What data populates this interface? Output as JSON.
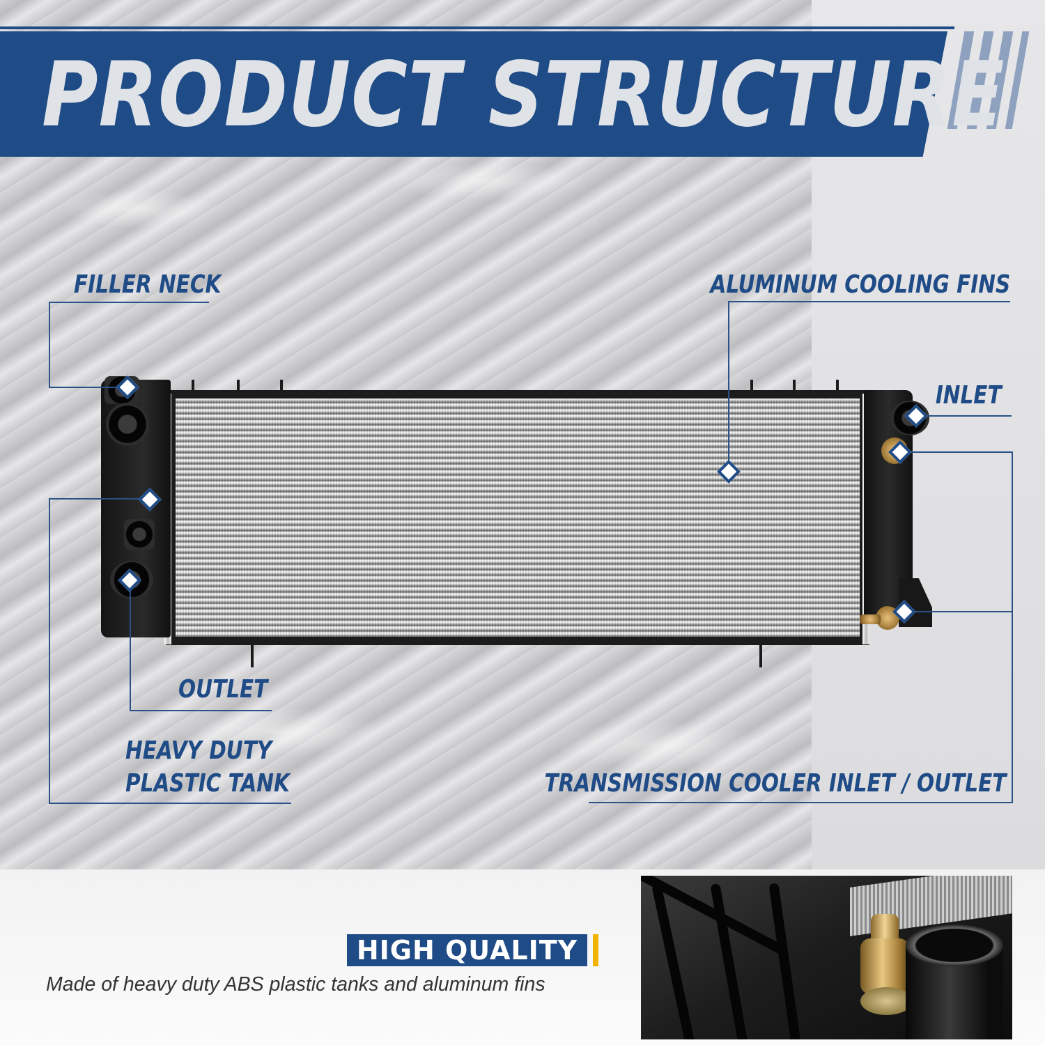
{
  "title": "PRODUCT STRUCTURE",
  "labels": {
    "filler_neck": "FILLER NECK",
    "aluminum_cooling_fins": "ALUMINUM COOLING FINS",
    "inlet": "INLET",
    "outlet": "OUTLET",
    "tank_line1": "HEAVY DUTY",
    "tank_line2": "PLASTIC TANK",
    "transmission": "TRANSMISSION COOLER INLET / OUTLET"
  },
  "feature": {
    "heading": "HIGH QUALITY",
    "description": "Made of heavy duty ABS plastic tanks and aluminum fins"
  },
  "colors": {
    "brand_blue": "#1f4b86",
    "accent_yellow": "#f0b400",
    "title_text": "#dfe3e8"
  },
  "icons": [
    "callout-marker-icon"
  ]
}
